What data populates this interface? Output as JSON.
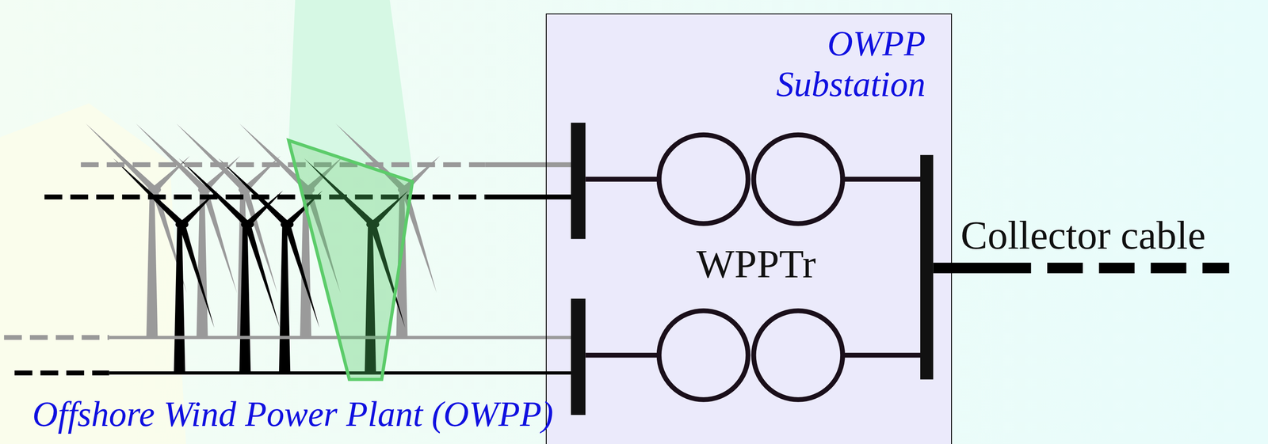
{
  "diagram": {
    "nodes": [
      {
        "text": [
          "OWPP Substation"
        ]
      }
    ],
    "labels": [
      "WPPTr",
      "Collector cable",
      "Offshore Wind Power Plant (OWPP)"
    ]
  }
}
